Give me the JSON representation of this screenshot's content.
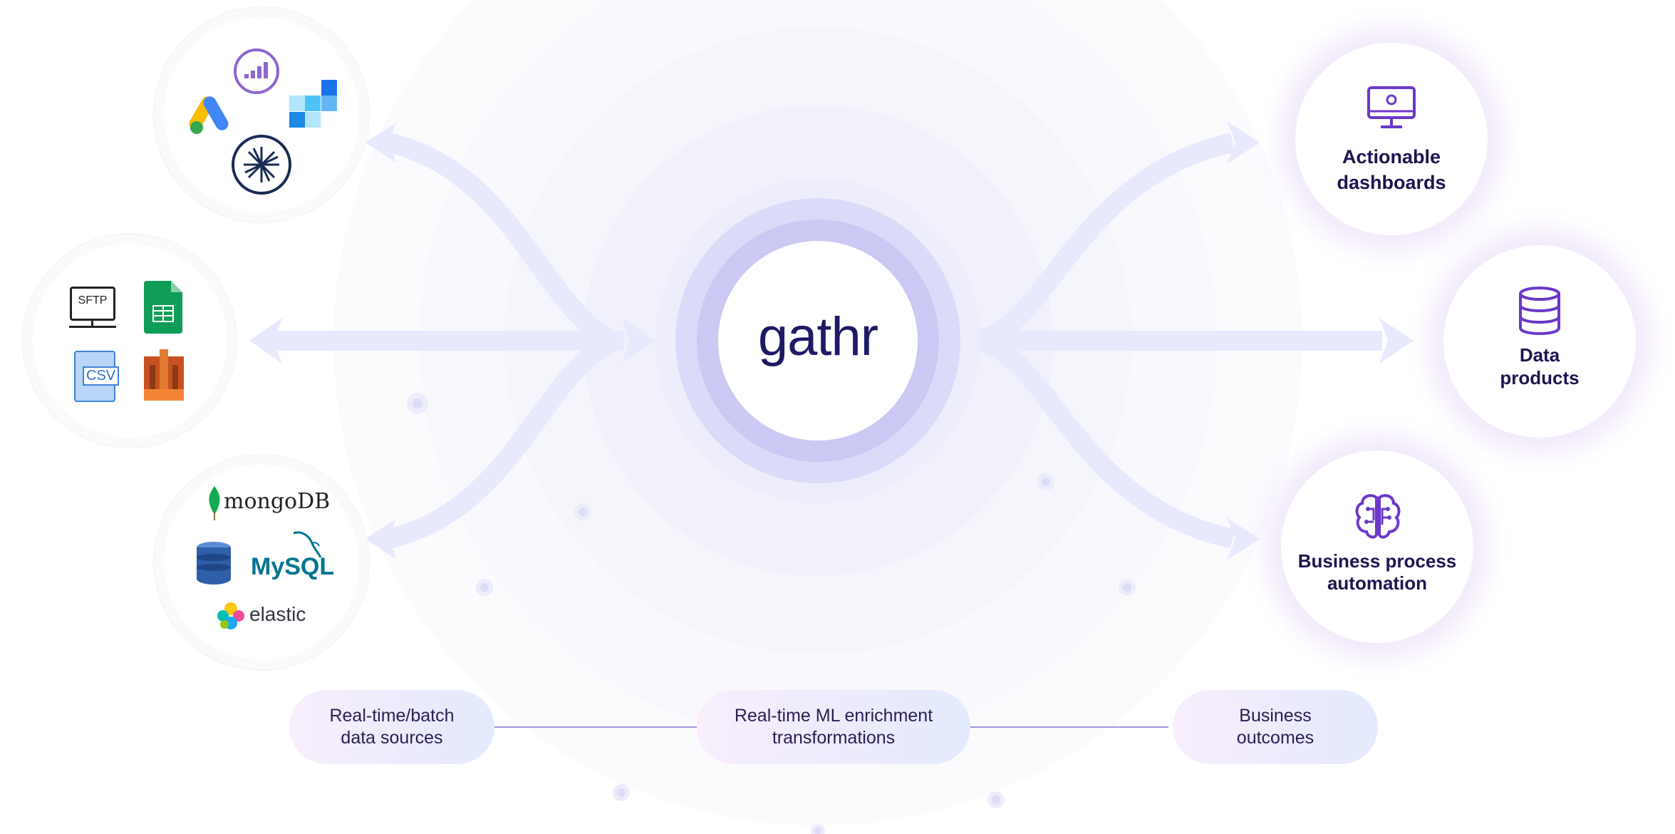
{
  "center": {
    "logo_text": "gathr"
  },
  "sources": {
    "group1": {
      "icons": [
        "google-ads-icon",
        "signal-bars-icon",
        "pixel-grid-icon",
        "starburst-icon"
      ]
    },
    "group2": {
      "icons": [
        "sftp-server-icon",
        "google-sheets-icon",
        "csv-file-icon",
        "aws-redshift-icon"
      ],
      "sftp_label": "SFTP",
      "csv_label": "CSV"
    },
    "group3": {
      "icons": [
        "mongodb-icon",
        "dynamodb-icon",
        "mysql-icon",
        "elastic-icon"
      ],
      "mongodb_label": "mongoDB",
      "mysql_label": "MySQL",
      "elastic_label": "elastic"
    }
  },
  "outcomes": {
    "dashboards": {
      "icon": "monitor-icon",
      "line1": "Actionable",
      "line2": "dashboards"
    },
    "data_products": {
      "icon": "database-icon",
      "line1": "Data",
      "line2": "products"
    },
    "automation": {
      "icon": "brain-icon",
      "line1": "Business process",
      "line2": "automation"
    }
  },
  "stages": {
    "sources": {
      "line1": "Real-time/batch",
      "line2": "data sources"
    },
    "transform": {
      "line1": "Real-time ML enrichment",
      "line2": "transformations"
    },
    "outcomes": {
      "line1": "Business",
      "line2": "outcomes"
    }
  },
  "colors": {
    "arrow": "#e8e9fd",
    "ring_outer": "#ededfb",
    "ring_mid": "#dcdaf9",
    "ring_inner": "#cbc8f3",
    "brand_navy": "#1f1a66",
    "accent_purple": "#6b38c9",
    "label_text": "#1f1450"
  }
}
